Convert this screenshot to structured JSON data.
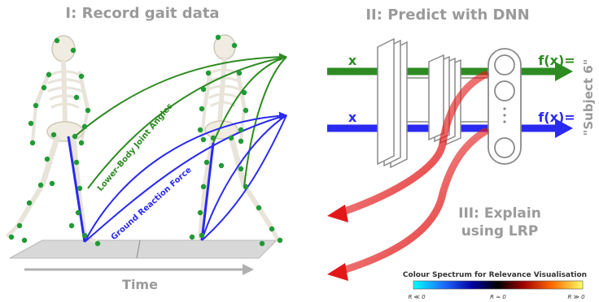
{
  "panel1": {
    "title": "I: Record gait data",
    "time_label": "Time",
    "green_curve_label": "Lower-Body Joint Angles",
    "blue_curve_label": "Ground Reaction Force"
  },
  "panel2": {
    "title": "II: Predict with DNN",
    "input_top": "x",
    "input_bottom": "x",
    "output_top": "f(x)=",
    "output_bottom": "f(x)=",
    "subject": "\"Subject 6\""
  },
  "panel3": {
    "title_line1": "III: Explain",
    "title_line2": "using LRP",
    "colorbar_title": "Colour Spectrum for Relevance Visualisation",
    "tick_neg": "R ≪ 0",
    "tick_zero": "R ≈ 0",
    "tick_pos": "R ≫ 0"
  },
  "colors": {
    "green": "#2e8b22",
    "blue": "#2a2af0",
    "red": "#e21818",
    "grey": "#9a9a9a",
    "marker": "#1f9a35"
  }
}
